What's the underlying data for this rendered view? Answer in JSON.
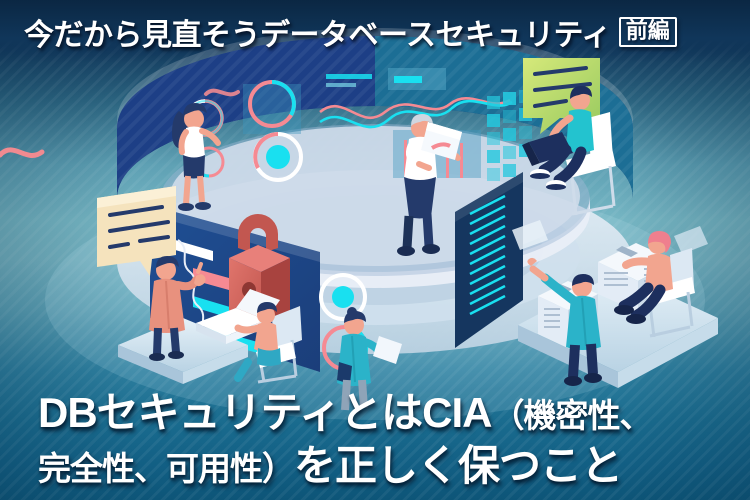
{
  "header": {
    "title": "今だから見直そうデータベースセキュリティ",
    "badge": "前編",
    "title_color": "#ffffff",
    "band_color": "#0b2743"
  },
  "caption": {
    "line1_a": "DBセキュリティとはCIA",
    "line1_b": "（機密性、",
    "line2_a": "完全性、可用性）",
    "line2_b": "を正しく保つこと",
    "full_text": "DBセキュリティとはCIA（機密性、完全性、可用性）を正しく保つこと",
    "color": "#ffffff"
  },
  "background": {
    "top_color": "#0b2743",
    "mid_color": "#74b2c0",
    "bottom_color": "#0d5578",
    "stripe_style": "diagonal-45-white-translucent"
  },
  "illustration": {
    "theme": "isometric database security dashboard",
    "data_wall": {
      "name": "curved-data-wall",
      "dark_panel_color": "#1f3d7a",
      "mid_panel_color": "#1f7f9c",
      "accent_cyan": "#19e0f0",
      "accent_pink": "#f58a93",
      "rim_color": "#e8eef8",
      "widgets": [
        {
          "name": "donut-ring-pink",
          "color": "#f58a93"
        },
        {
          "name": "donut-ring-cyan",
          "color": "#19e0f0"
        },
        {
          "name": "donut-ring-filled",
          "color": "#19e0f0"
        },
        {
          "name": "wave-chart-pink",
          "color": "#f58a93"
        },
        {
          "name": "wave-chart-cyan",
          "color": "#19e0f0"
        },
        {
          "name": "bar-chart-pink",
          "color": "#f58a93"
        },
        {
          "name": "tile-grid-cyan",
          "color": "#25c8de"
        },
        {
          "name": "line-stack-cyan",
          "color": "#19e0f0"
        },
        {
          "name": "progress-bars",
          "color": "#19e0f0"
        }
      ]
    },
    "padlock": {
      "name": "padlock-icon",
      "body_color": "#d4605a",
      "shadow_color": "#a8433f",
      "top_color": "#e8807a"
    },
    "characters": [
      {
        "name": "woman-standing-left",
        "shirt": "#ffffff",
        "pants": "#243a6b",
        "hair": "#243a6b"
      },
      {
        "name": "person-coat-gesturing",
        "coat": "#e8917e",
        "pants": "#243a6b",
        "hair": "#243a6b"
      },
      {
        "name": "person-at-laptop-seated",
        "shirt": "#f2a58f",
        "pants": "#2fa8c4",
        "hair": "#243a6b"
      },
      {
        "name": "person-teal-with-paper",
        "coat": "#2bb3c9",
        "pants": "#8fa4b8",
        "hair": "#243a6b"
      },
      {
        "name": "man-reading-document-center",
        "shirt": "#ffffff",
        "pants": "#243a6b",
        "hair": "#cfd6e0"
      },
      {
        "name": "person-laptop-on-chair-right",
        "shirt": "#23c3cf",
        "pants": "#1d2f5e",
        "hair": "#1d2f5e"
      },
      {
        "name": "person-pointing-teal-right",
        "coat": "#2bb3c9",
        "pants": "#1d2f5e",
        "hair": "#1d2f5e"
      },
      {
        "name": "person-pink-hair-seated-right",
        "shirt": "#f2a58f",
        "pants": "#1d2f5e",
        "hair": "#ef7f8e"
      }
    ],
    "speech_bubbles": [
      {
        "name": "speech-bubble-cream-left",
        "fill": "#f5e3bd",
        "line_color": "#243a6b",
        "lines": 3
      },
      {
        "name": "speech-bubble-green-right",
        "fill": "#c9e06a",
        "line_color": "#243a6b",
        "lines": 3
      }
    ],
    "props": [
      {
        "name": "server-rack-left",
        "color": "#e3ecf6"
      },
      {
        "name": "server-rack-right",
        "color": "#e3ecf6"
      },
      {
        "name": "platform-left",
        "color": "#cfe2ee"
      },
      {
        "name": "platform-right",
        "color": "#dfeaf4"
      },
      {
        "name": "desk-laptop",
        "color": "#ffffff"
      },
      {
        "name": "chair-white-left",
        "color": "#ffffff"
      },
      {
        "name": "chair-white-right",
        "color": "#ffffff"
      }
    ]
  }
}
